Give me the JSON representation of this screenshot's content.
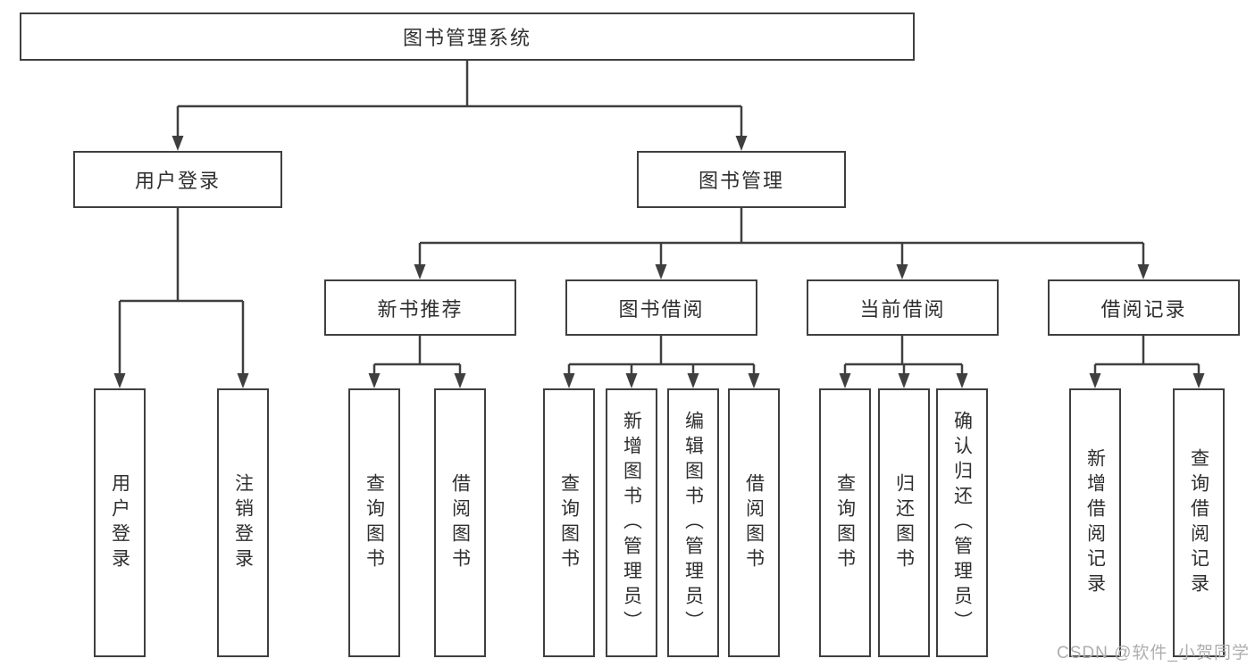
{
  "diagram": {
    "root": {
      "label": "图书管理系统"
    },
    "login": {
      "label": "用户登录",
      "children": [
        {
          "label": "用户登录"
        },
        {
          "label": "注销登录"
        }
      ]
    },
    "management": {
      "label": "图书管理",
      "groups": [
        {
          "label": "新书推荐",
          "children": [
            {
              "label": "查询图书"
            },
            {
              "label": "借阅图书"
            }
          ]
        },
        {
          "label": "图书借阅",
          "children": [
            {
              "label": "查询图书"
            },
            {
              "label": "新增图书（管理员）"
            },
            {
              "label": "编辑图书（管理员）"
            },
            {
              "label": "借阅图书"
            }
          ]
        },
        {
          "label": "当前借阅",
          "children": [
            {
              "label": "查询图书"
            },
            {
              "label": "归还图书"
            },
            {
              "label": "确认归还（管理员）"
            }
          ]
        },
        {
          "label": "借阅记录",
          "children": [
            {
              "label": "新增借阅记录"
            },
            {
              "label": "查询借阅记录"
            }
          ]
        }
      ]
    }
  },
  "watermark": {
    "text": "CSDN @软件_小贺同学"
  },
  "colors": {
    "line": "#3f3f3f",
    "text": "#2f2f2f",
    "box_background": "#ffffff",
    "watermark": "#aeaeae",
    "background": "#ffffff"
  }
}
